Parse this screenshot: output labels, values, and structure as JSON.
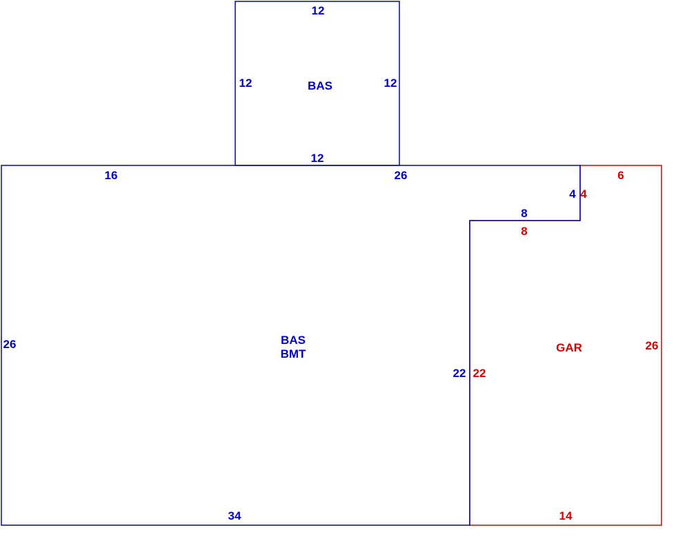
{
  "sketch": {
    "colors": {
      "bas": "#0000CC",
      "gar": "#DD0000",
      "background": "#FFFFFF"
    },
    "bas_upper": {
      "name": "BAS",
      "dim_top": "12",
      "dim_left": "12",
      "dim_right": "12",
      "dim_bottom": "12"
    },
    "bas_bmt": {
      "name_line1": "BAS",
      "name_line2": "BMT",
      "dim_top_left": "16",
      "dim_top_right": "26",
      "dim_right_step": "4",
      "dim_notch": "8",
      "dim_interior": "22",
      "dim_left": "26",
      "dim_bottom": "34"
    },
    "gar": {
      "name": "GAR",
      "dim_top": "6",
      "dim_step": "4",
      "dim_notch": "8",
      "dim_interior": "22",
      "dim_right": "26",
      "dim_bottom": "14"
    }
  }
}
